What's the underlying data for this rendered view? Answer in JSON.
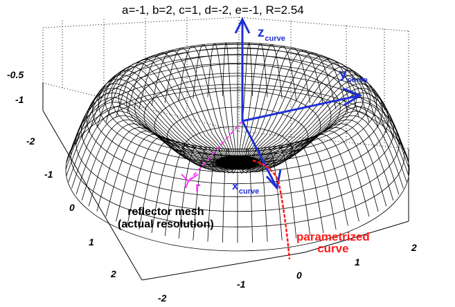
{
  "title": "a=-1, b=2, c=1, d=-2, e=-1, R=2.54",
  "ticks": {
    "z": [
      "-0.5",
      "-1"
    ],
    "x": [
      "-2",
      "-1",
      "0",
      "1",
      "2"
    ],
    "y": [
      "-2",
      "-1",
      "0",
      "1",
      "2"
    ]
  },
  "axes_labels": {
    "z_curve": {
      "main": "z",
      "sub": "curve"
    },
    "y_curve": {
      "main": "y",
      "sub": "curve"
    },
    "x_curve": {
      "main": "x",
      "sub": "curve"
    },
    "r": "r"
  },
  "annotations": {
    "mesh_line1": "reflector mesh",
    "mesh_line2": "(actual resolution)",
    "curve_line1": "parametrized",
    "curve_line2": "curve"
  },
  "colors": {
    "mesh": "#000000",
    "axes_frame": "#000000",
    "curve_axes": "#1f2fd6",
    "r_vector": "#ff33ff",
    "curve": "#ff1a1a"
  }
}
